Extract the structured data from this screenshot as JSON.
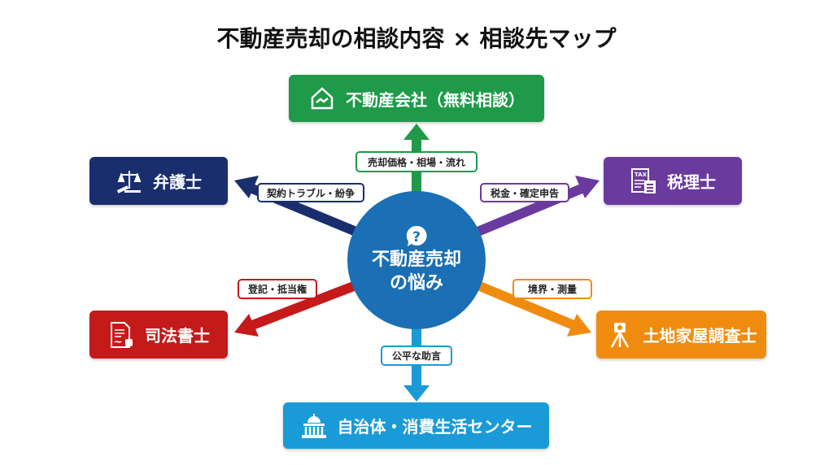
{
  "title": "不動産売却の相談内容 × 相談先マップ",
  "center": {
    "line1": "不動産売却",
    "line2": "の悩み",
    "icon": "question-bubble-icon"
  },
  "nodes": {
    "top": {
      "label": "不動産会社（無料相談）",
      "icon": "house-handshake-icon",
      "color": "#1e9a48",
      "topic": "売却価格・相場・流れ"
    },
    "lawyer": {
      "label": "弁護士",
      "icon": "scales-gavel-icon",
      "color": "#1a2e6e",
      "topic": "契約トラブル・紛争"
    },
    "tax": {
      "label": "税理士",
      "icon": "tax-calculator-icon",
      "color": "#6a3a9e",
      "topic": "税金・確定申告"
    },
    "scrivener": {
      "label": "司法書士",
      "icon": "document-stamp-icon",
      "color": "#c41a1a",
      "topic": "登記・抵当権"
    },
    "surveyor": {
      "label": "土地家屋調査士",
      "icon": "surveyor-tripod-icon",
      "color": "#ef8c10",
      "topic": "境界・測量"
    },
    "bottom": {
      "label": "自治体・消費生活センター",
      "icon": "government-building-icon",
      "color": "#1a9ad6",
      "topic": "公平な助言"
    }
  }
}
